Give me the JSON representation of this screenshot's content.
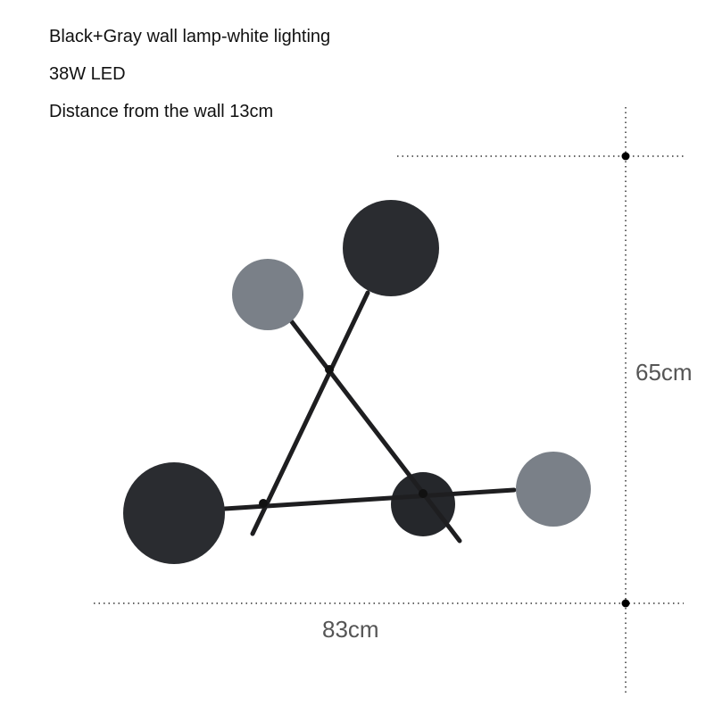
{
  "specs": [
    "Black+Gray wall lamp-white lighting",
    "38W LED",
    "Distance from the wall 13cm"
  ],
  "dimensions": {
    "height": "65cm",
    "width": "83cm"
  },
  "colors": {
    "black_disc": "#2a2c30",
    "gray_disc": "#7a8088",
    "rod": "#1e1e20"
  }
}
